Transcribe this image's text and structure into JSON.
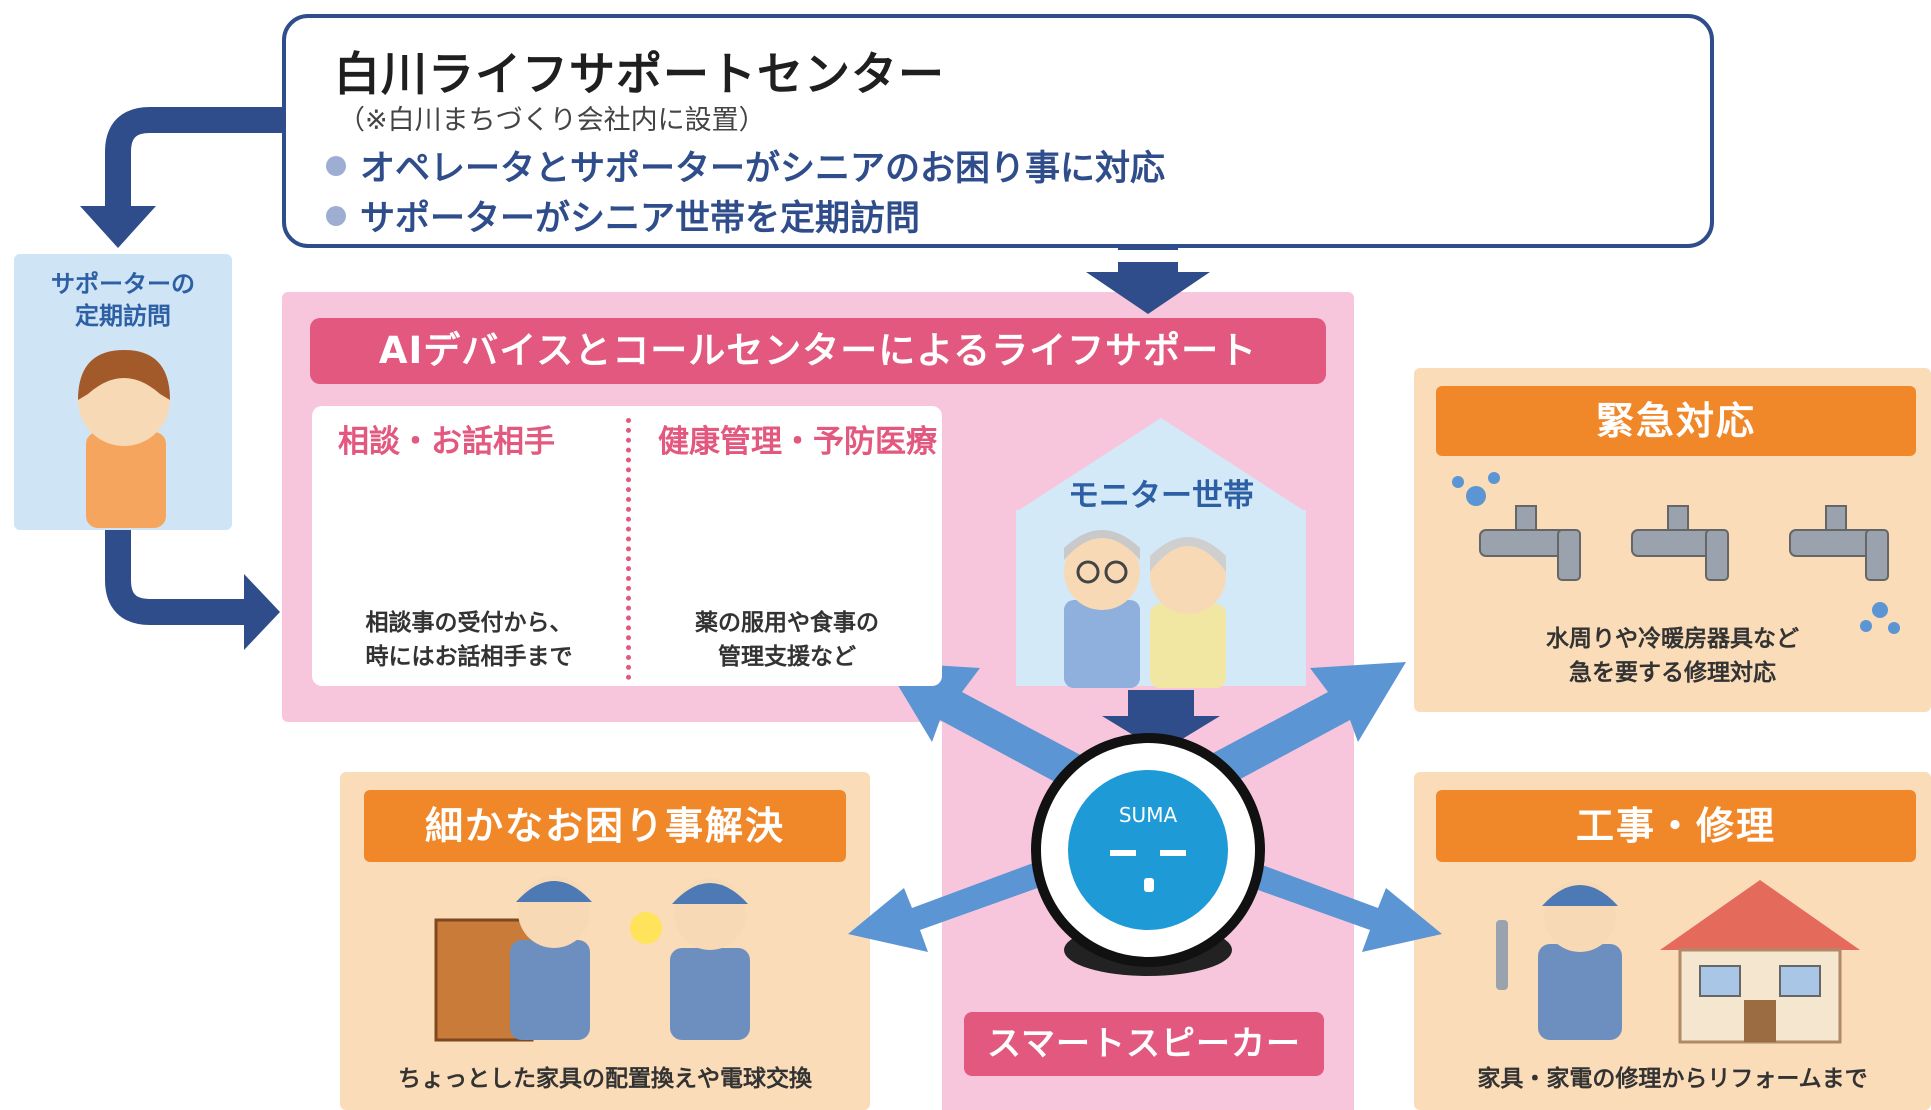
{
  "top": {
    "title": "白川ライフサポートセンター",
    "subtitle": "（※白川まちづくり会社内に設置）",
    "bullets": [
      "オペレータとサポーターがシニアのお困り事に対応",
      "サポーターがシニア世帯を定期訪問"
    ]
  },
  "left_card": {
    "title_line1": "サポーターの",
    "title_line2": "定期訪問"
  },
  "center": {
    "banner": "AIデバイスとコールセンターによるライフサポート",
    "sections": [
      {
        "title": "相談・お話相手",
        "caption_line1": "相談事の受付から、",
        "caption_line2": "時にはお話相手まで"
      },
      {
        "title": "健康管理・予防医療",
        "caption_line1": "薬の服用や食事の",
        "caption_line2": "管理支援など"
      }
    ],
    "house_title": "モニター世帯"
  },
  "speaker": {
    "device_text": "SUMA",
    "label": "スマートスピーカー"
  },
  "panels": {
    "emergency": {
      "title": "緊急対応",
      "caption_line1": "水周りや冷暖房器具など",
      "caption_line2": "急を要する修理対応"
    },
    "repair": {
      "title": "工事・修理",
      "caption": "家具・家電の修理からリフォームまで"
    },
    "small": {
      "title": "細かなお困り事解決",
      "caption": "ちょっとした家具の配置換えや電球交換"
    }
  },
  "colors": {
    "navy": "#2f4d8a",
    "pink": "#e2587e",
    "pink_light": "#f7c6dc",
    "orange": "#f0882a",
    "orange_light": "#fbdcb9",
    "blue_light": "#cfe5f5",
    "arrow_blue": "#5b95d3"
  }
}
